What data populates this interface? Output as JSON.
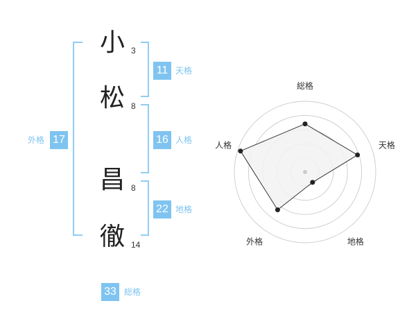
{
  "name_chars": [
    {
      "char": "小",
      "strokes": "3"
    },
    {
      "char": "松",
      "strokes": "8"
    },
    {
      "char": "昌",
      "strokes": "8"
    },
    {
      "char": "徹",
      "strokes": "14"
    }
  ],
  "kakusu": {
    "tenkaku": {
      "value": "11",
      "label": "天格"
    },
    "jinkaku": {
      "value": "16",
      "label": "人格"
    },
    "chikaku": {
      "value": "22",
      "label": "地格"
    },
    "gaikaku": {
      "value": "17",
      "label": "外格"
    },
    "soukaku": {
      "value": "33",
      "label": "総格"
    }
  },
  "colors": {
    "badge": "#7fc4f0",
    "bracket": "#8fcdf2",
    "radar_fill": "#f2f2f2",
    "radar_line": "#333333",
    "ring": "#d0d0d0"
  },
  "chart_data": {
    "type": "radar",
    "axes": [
      "総格",
      "天格",
      "地格",
      "外格",
      "人格"
    ],
    "values": [
      0.68,
      0.78,
      0.18,
      0.66,
      0.96
    ],
    "rmax": 1.0,
    "rings": 5
  }
}
